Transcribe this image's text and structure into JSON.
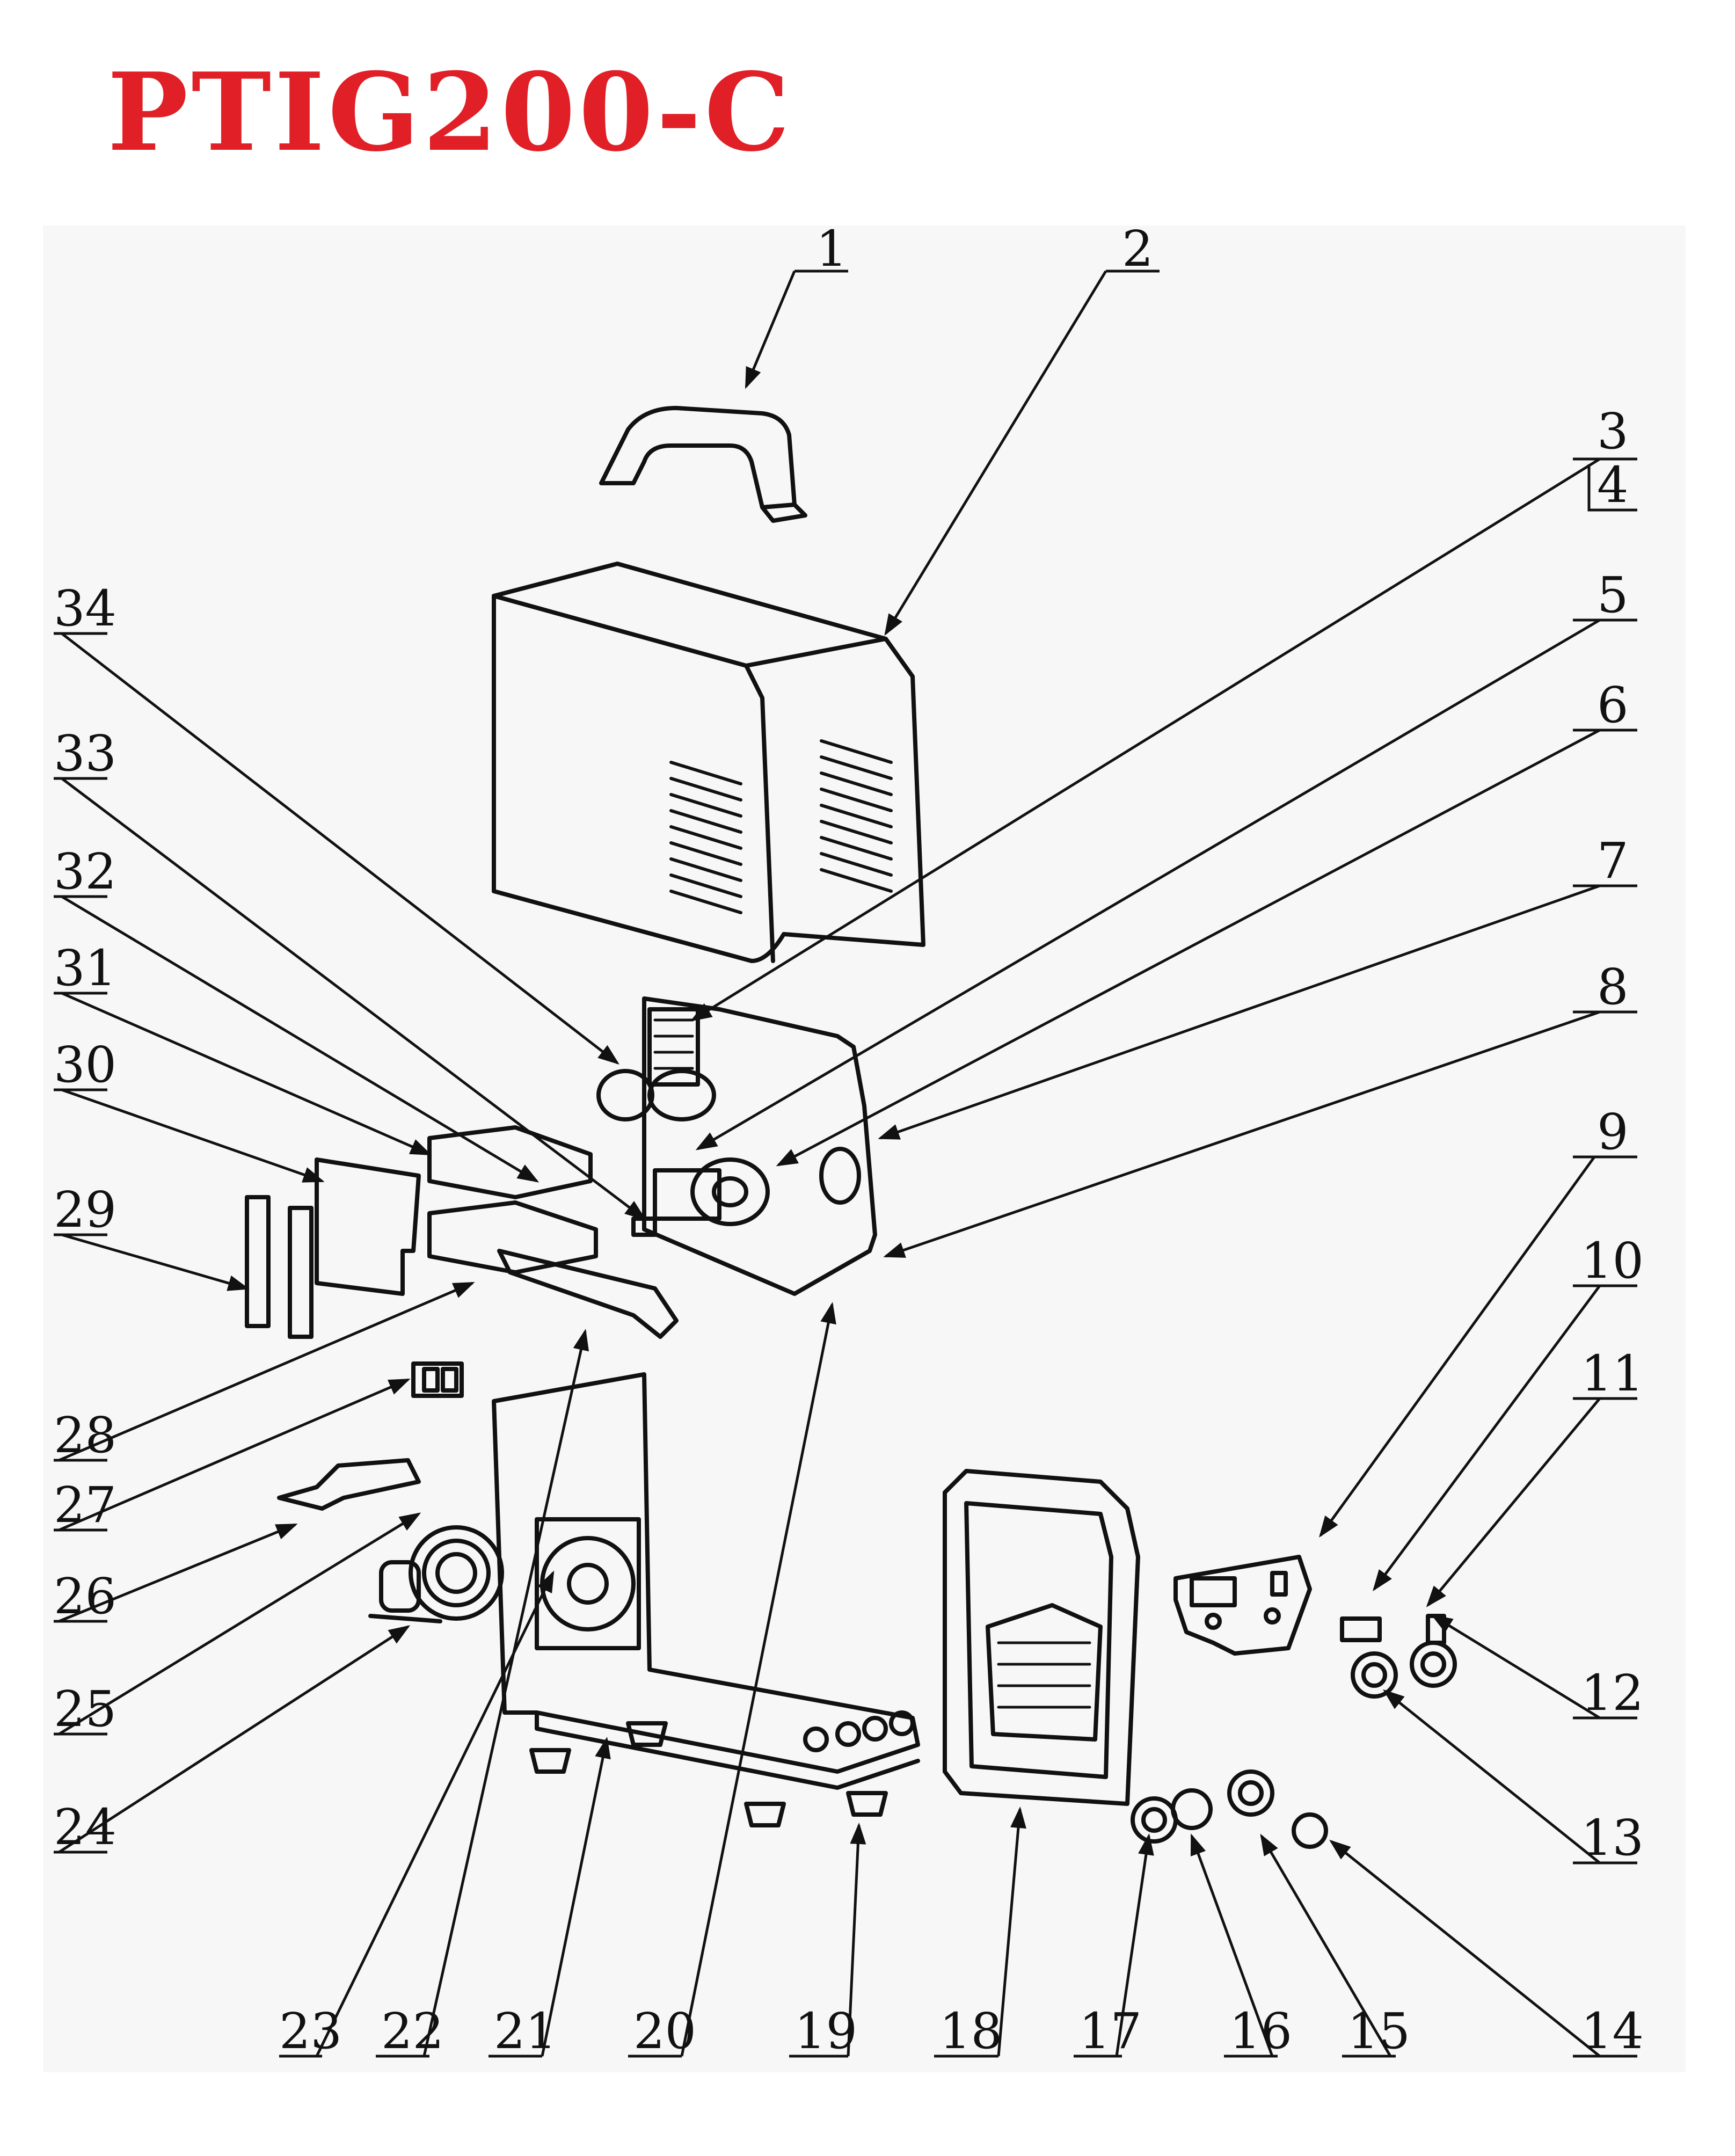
{
  "title": {
    "text": "PTIG200-C",
    "color": "#e01f26"
  },
  "diagram": {
    "line_color": "#111111",
    "callouts": [
      "1",
      "2",
      "3",
      "4",
      "5",
      "6",
      "7",
      "8",
      "9",
      "10",
      "11",
      "12",
      "13",
      "14",
      "15",
      "16",
      "17",
      "18",
      "19",
      "20",
      "21",
      "22",
      "23",
      "24",
      "25",
      "26",
      "27",
      "28",
      "29",
      "30",
      "31",
      "32",
      "33",
      "34"
    ]
  }
}
